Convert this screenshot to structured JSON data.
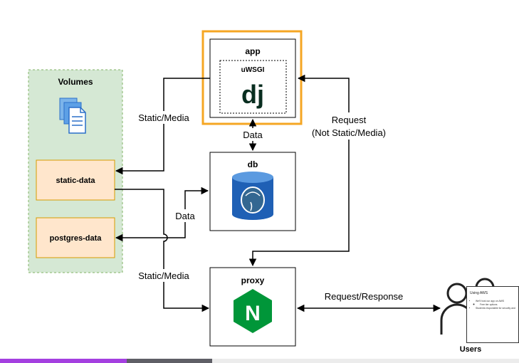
{
  "volumes": {
    "title": "Volumes",
    "items": [
      "static-data",
      "postgres-data"
    ]
  },
  "app": {
    "label": "app",
    "server": "uWSGI",
    "logo_text": "dj"
  },
  "db": {
    "label": "db"
  },
  "proxy": {
    "label": "proxy",
    "logo_text": "N"
  },
  "users": {
    "label": "Users"
  },
  "edges": {
    "static_media_top": "Static/Media",
    "data_app_db": "Data",
    "request_not_static": [
      "Request",
      "(Not Static/Media)"
    ],
    "data_db_volume": "Data",
    "static_media_bottom": "Static/Media",
    "request_response": "Request/Response"
  },
  "thumbnail": {
    "title": "Using AWS",
    "bullets": [
      "We'll host our app on AWS",
      "Free tier options",
      "Students responsible for security and"
    ]
  },
  "colors": {
    "highlight": "#f5a623",
    "volume_bg": "#d5e8d4",
    "volume_border": "#82b366",
    "volume_item_bg": "#ffe6cc",
    "volume_item_border": "#d79b00",
    "django": "#092e20",
    "nginx": "#009639",
    "postgres": "#336791",
    "bar_purple": "#a43fe0",
    "bar_gray": "#5f5f66"
  }
}
